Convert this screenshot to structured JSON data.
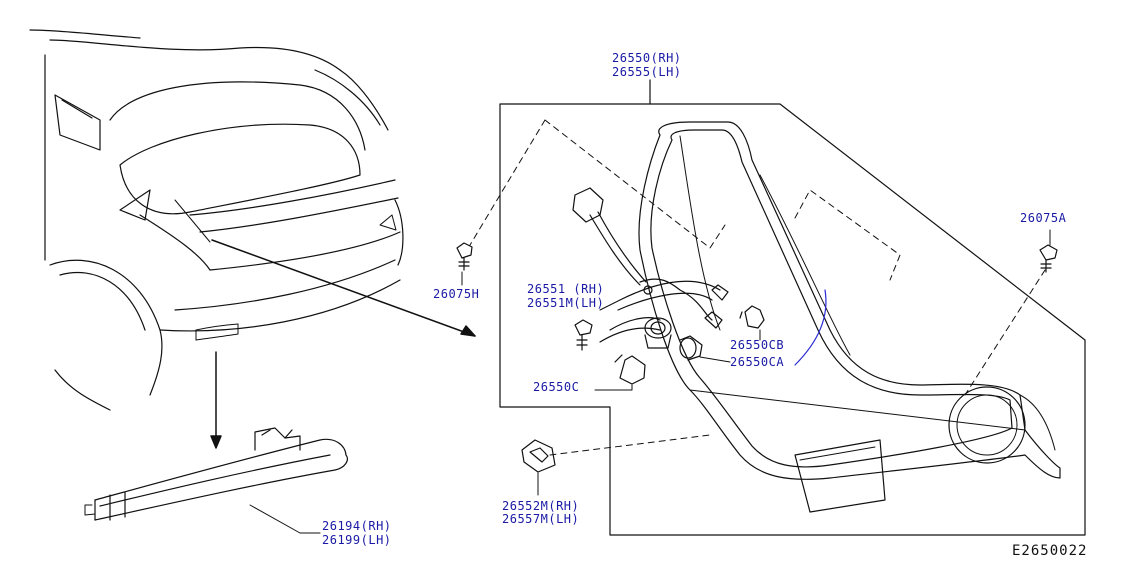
{
  "labels": {
    "assy_rh": "26550(RH)",
    "assy_lh": "26555(LH)",
    "harness_rh": "26551 (RH)",
    "harness_lh": "26551M(LH)",
    "bulb_cb": "26550CB",
    "bulb_ca": "26550CA",
    "bulb_c": "26550C",
    "screw_a": "26075A",
    "screw_h": "26075H",
    "cap_rh": "26552M(RH)",
    "cap_lh": "26557M(LH)",
    "refl_rh": "26194(RH)",
    "refl_lh": "26199(LH)"
  },
  "figure_code": "E2650022",
  "colors": {
    "line": "#111111",
    "label": "#1a1aa6",
    "highlight": "#2a2ad6"
  }
}
